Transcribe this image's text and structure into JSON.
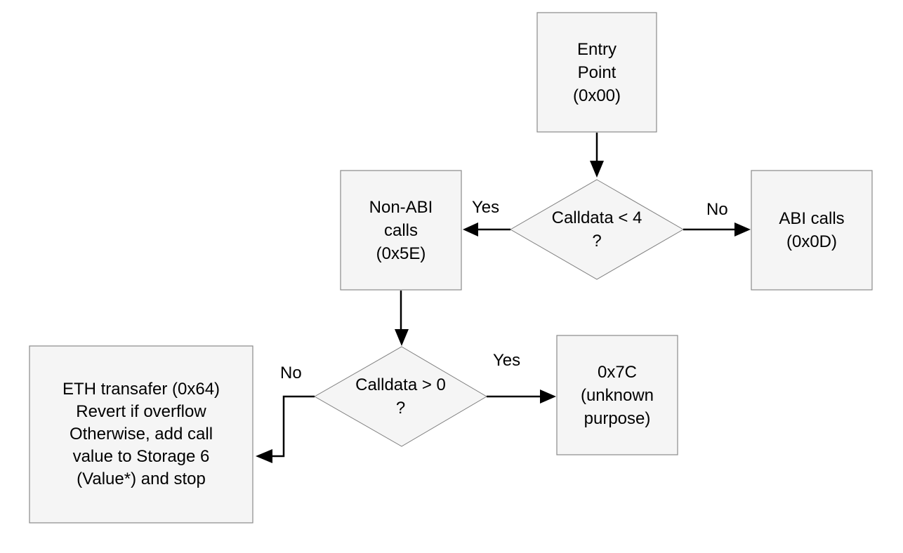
{
  "diagram": {
    "background": "#ffffff",
    "colors": {
      "node_fill": "#f5f5f5",
      "node_border": "#8a8a8a",
      "arrow": "#000000",
      "text": "#000000"
    },
    "nodes": {
      "entry": {
        "label": "Entry\nPoint\n(0x00)"
      },
      "non_abi": {
        "label": "Non-ABI\ncalls\n(0x5E)"
      },
      "abi": {
        "label": "ABI calls\n(0x0D)"
      },
      "unknown_7c": {
        "label": "0x7C\n(unknown\npurpose)"
      },
      "eth_transfer": {
        "label": "ETH transafer (0x64)\nRevert if overflow\nOtherwise, add call\nvalue to Storage 6\n(Value*) and stop"
      }
    },
    "decisions": {
      "calldata_lt_4": {
        "label": "Calldata < 4\n?"
      },
      "calldata_gt_0": {
        "label": "Calldata > 0\n?"
      }
    },
    "edge_labels": {
      "lt4_yes": "Yes",
      "lt4_no": "No",
      "gt0_yes": "Yes",
      "gt0_no": "No"
    }
  }
}
